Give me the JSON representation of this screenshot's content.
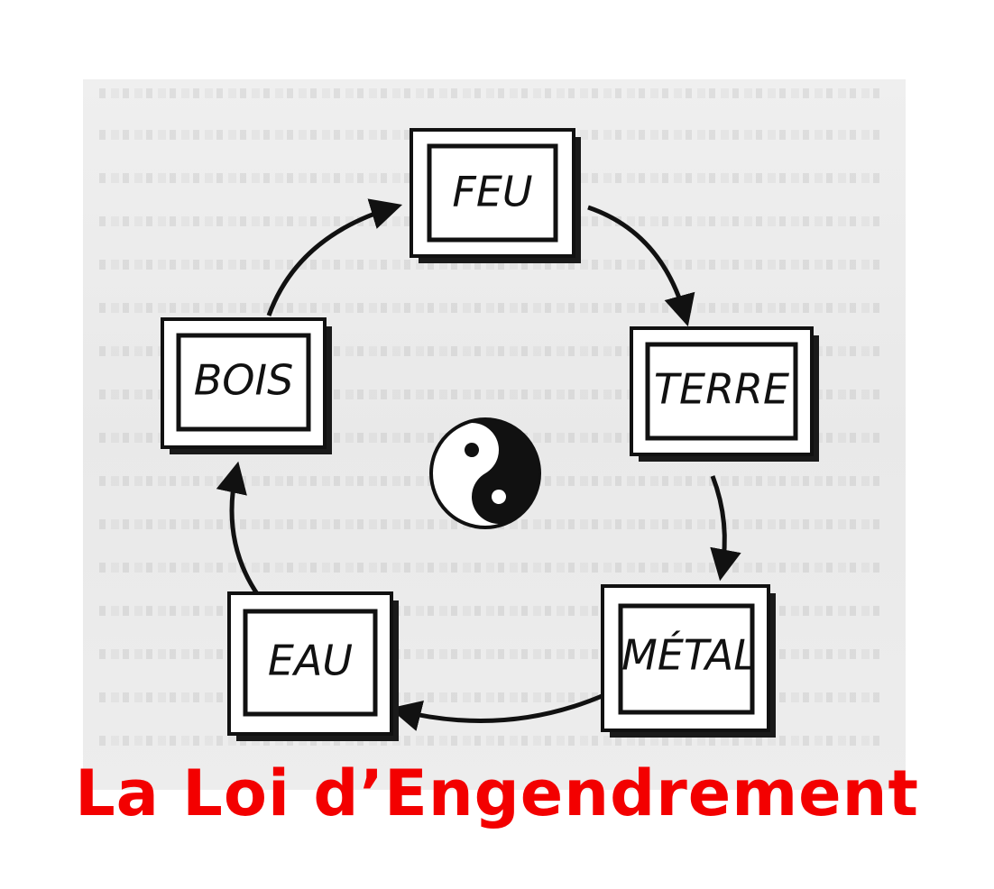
{
  "nodes": {
    "feu": "FEU",
    "terre": "TERRE",
    "metal": "MÉTAL",
    "eau": "EAU",
    "bois": "BOIS"
  },
  "caption": "La Loi d’Engendrement",
  "colors": {
    "caption": "#f30000",
    "ink": "#111111",
    "paper": "#eeeeee"
  },
  "icons": [
    "yin-yang-icon",
    "cycle-arrow-icon"
  ]
}
